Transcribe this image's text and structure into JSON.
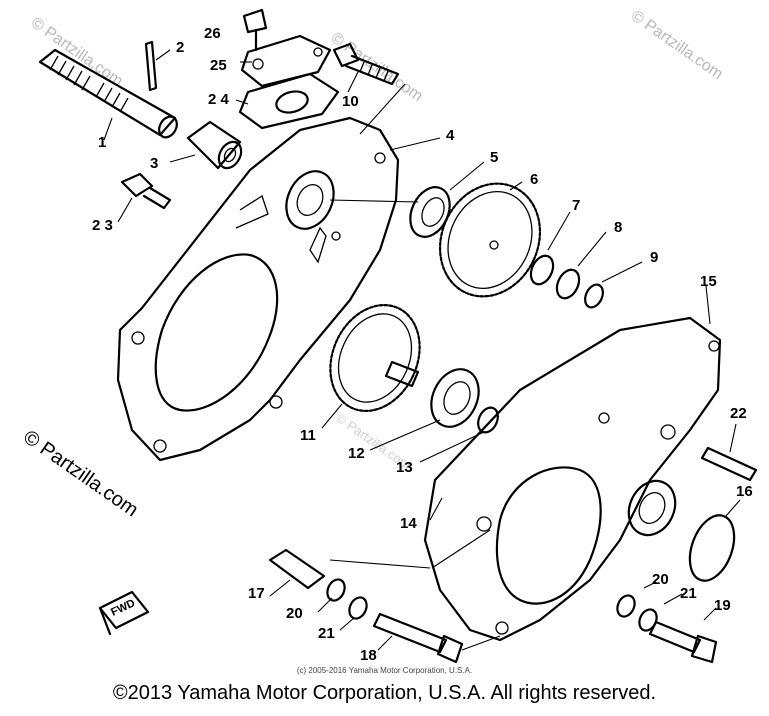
{
  "diagram": {
    "watermark_text": "© Partzilla.com",
    "small_copyright": "(c) 2005-2016 Yamaha Motor Corporation, U.S.A.",
    "fwd_label": "FWD",
    "part_labels": {
      "p1": "1",
      "p2": "2",
      "p3": "3",
      "p4": "4",
      "p5": "5",
      "p6": "6",
      "p7": "7",
      "p8": "8",
      "p9": "9",
      "p10": "10",
      "p11": "11",
      "p12": "12",
      "p13": "13",
      "p14": "14",
      "p15": "15",
      "p16": "16",
      "p17": "17",
      "p18": "18",
      "p19": "19",
      "p20a": "20",
      "p20b": "20",
      "p21a": "21",
      "p21b": "21",
      "p22": "22",
      "p23": "2 3",
      "p24": "2 4",
      "p25": "25",
      "p26": "26"
    }
  },
  "footer": {
    "copyright": "©2013 Yamaha Motor Corporation, U.S.A. All rights reserved."
  }
}
